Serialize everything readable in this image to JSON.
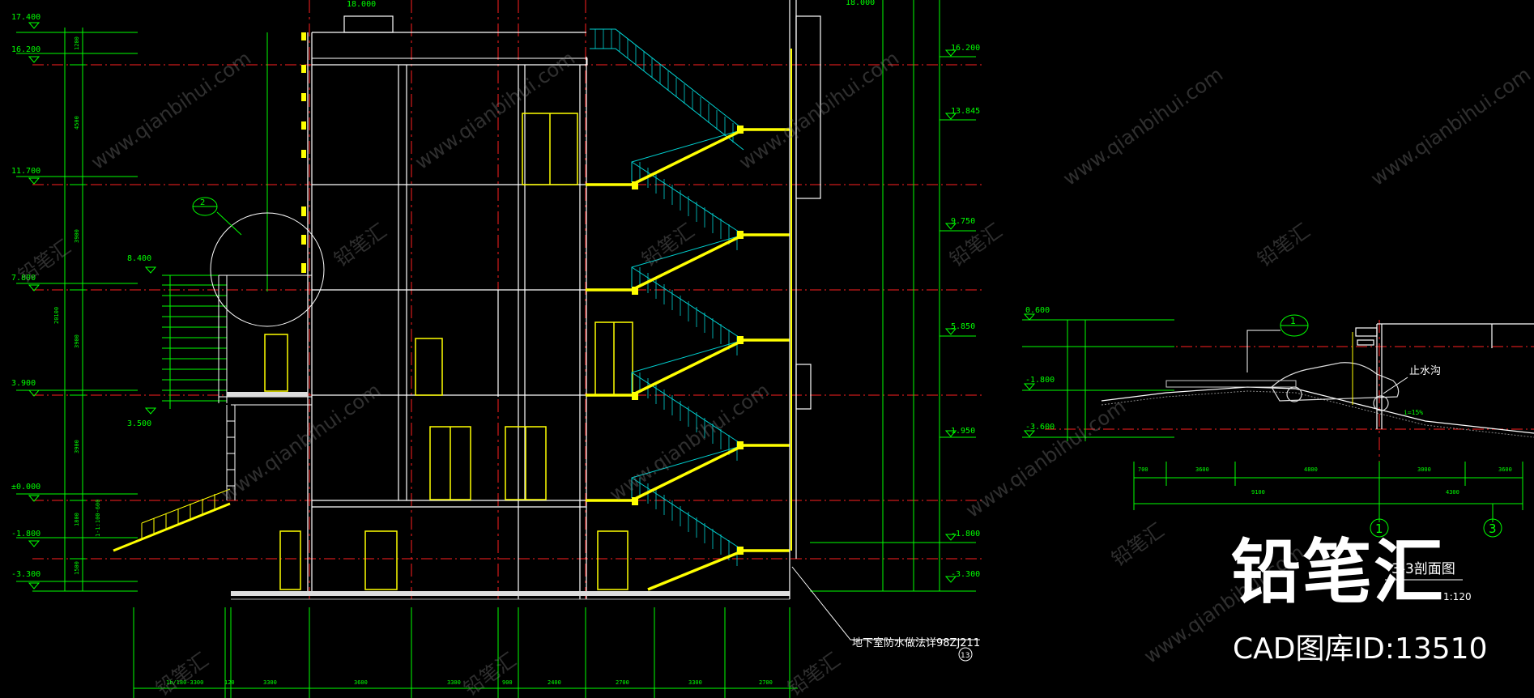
{
  "section_left": {
    "elevations_left": [
      "17.400",
      "16.200",
      "11.700",
      "8.400",
      "7.800",
      "3.900",
      "3.500",
      "±0.000",
      "-1.800",
      "-3.300"
    ],
    "elevations_right": [
      "16.200",
      "13.845",
      "9.750",
      "5.850",
      "1.950",
      "-1.800",
      "-3.300"
    ],
    "top_elev": "18.000",
    "top_elev_right": "18.000",
    "detail_marker": "2",
    "bottom_dims": [
      "1b/180-3300",
      "120",
      "3300",
      "3600",
      "3300",
      "900",
      "2400",
      "2700",
      "3300",
      "2700"
    ],
    "waterproof_note": "地下室防水做法详98ZJ211",
    "waterproof_ref": "13"
  },
  "section_right": {
    "elevations": [
      "0.600",
      "-1.800",
      "-3.600"
    ],
    "detail_marker": "1",
    "label_drain": "止水沟",
    "slope_label": "i=15%",
    "dims_row1": [
      "700",
      "3600",
      "4800",
      "3000",
      "3600"
    ],
    "dims_row2": [
      "9100",
      "4300"
    ],
    "axis_a": "1",
    "axis_b": "3",
    "title": "3-3剖面图",
    "scale": "1:120"
  },
  "watermark": {
    "text": "www.qianbihui.com",
    "brand_cn": "铅笔汇"
  },
  "brand": {
    "name": "铅笔汇",
    "id_label": "CAD图库ID:13510"
  },
  "colors": {
    "green": "#00ff00",
    "yellow": "#ffff00",
    "cyan": "#00c8c8",
    "red": "#ff0000",
    "white": "#ffffff"
  }
}
